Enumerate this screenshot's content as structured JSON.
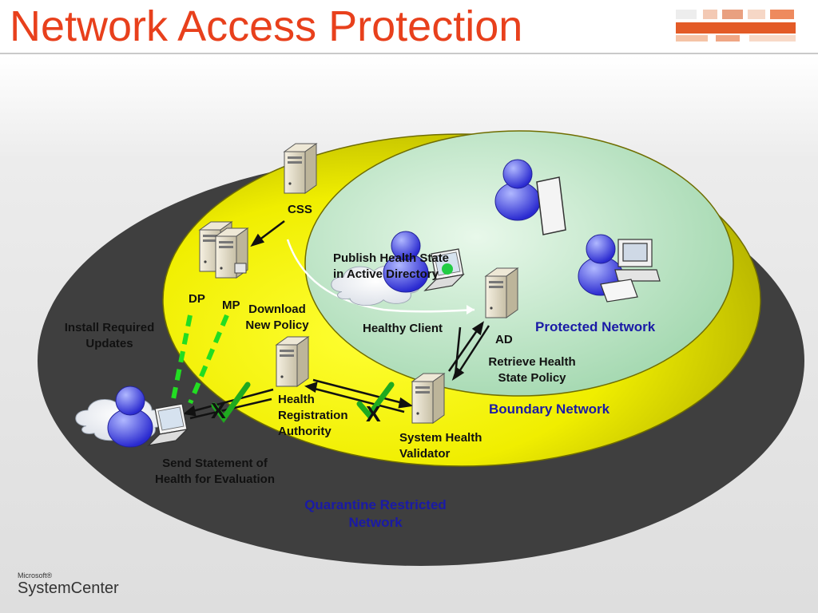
{
  "slide": {
    "title": "Network Access Protection",
    "brand_prefix": "Microsoft®",
    "brand_name": "SystemCenter"
  },
  "zones": {
    "quarantine": "Quarantine Restricted\nNetwork",
    "boundary": "Boundary Network",
    "protected": "Protected Network"
  },
  "nodes": {
    "css": "CSS",
    "dp": "DP",
    "mp": "MP",
    "ad": "AD",
    "healthy_client": "Healthy Client",
    "hra": "Health\nRegistration\nAuthority",
    "shv": "System Health\nValidator"
  },
  "annotations": {
    "install_updates": "Install Required\nUpdates",
    "download_policy": "Download\nNew Policy",
    "publish_health": "Publish Health State\nin Active Directory",
    "retrieve_policy": "Retrieve Health\nState Policy",
    "send_statement": "Send Statement of\nHealth for Evaluation"
  },
  "marks": {
    "x_mark": "X"
  },
  "colors": {
    "title": "#e8401c",
    "quarantine_zone": "#3f3f3f",
    "boundary_zone": "#c8c400",
    "protected_zone": "#bfe6c8",
    "check": "#1faa1f",
    "dotted_link": "#22dd22",
    "zone_label": "#1a1aa6"
  }
}
